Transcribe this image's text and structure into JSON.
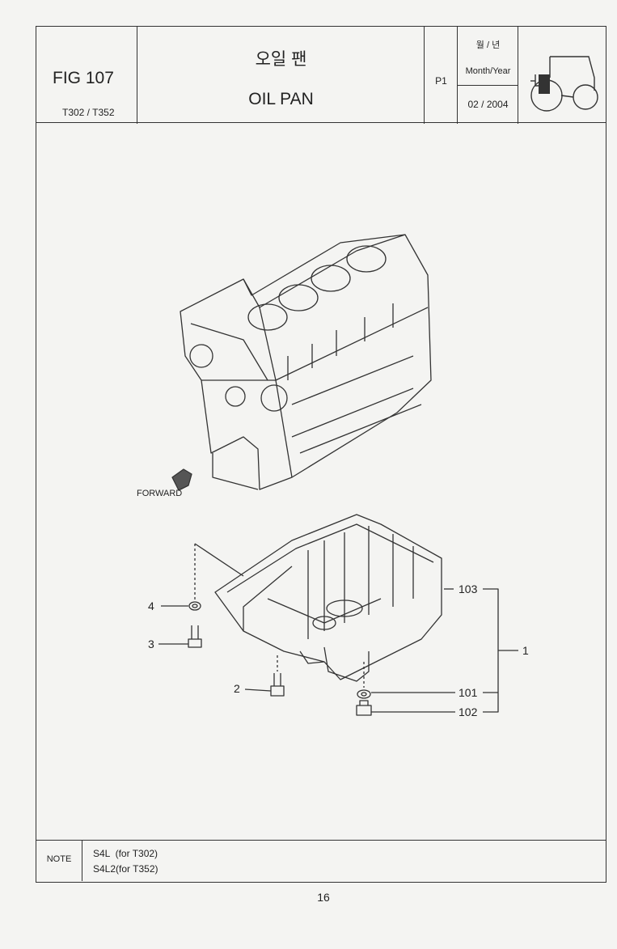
{
  "header": {
    "fig_label": "FIG 107",
    "models": "T302 / T352",
    "title_korean": "오일 팬",
    "title_english": "OIL PAN",
    "page_code": "P1",
    "date_korean": "월 / 년",
    "date_label": "Month/Year",
    "date_value": "02 / 2004",
    "tractor_icon": "tractor-icon"
  },
  "diagram": {
    "forward_label": "FORWARD",
    "callouts": [
      {
        "number": "4"
      },
      {
        "number": "3"
      },
      {
        "number": "2"
      },
      {
        "number": "103"
      },
      {
        "number": "1"
      },
      {
        "number": "101"
      },
      {
        "number": "102"
      }
    ]
  },
  "note": {
    "label": "NOTE",
    "lines": [
      "S4L  (for T302)",
      "S4L2(for T352)"
    ]
  },
  "footer": {
    "page_number": "16"
  }
}
